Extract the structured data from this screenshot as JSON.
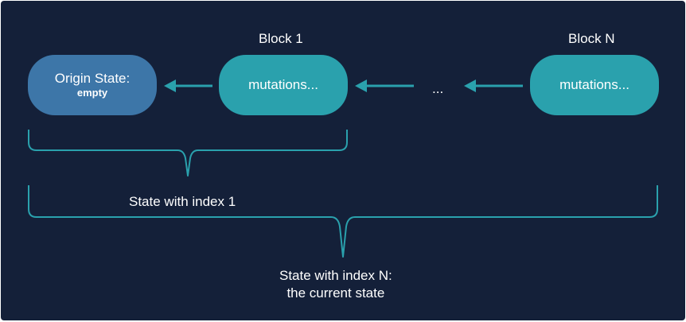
{
  "diagram": {
    "origin": {
      "title": "Origin State:",
      "subtitle": "empty"
    },
    "blocks": [
      {
        "label": "Block 1",
        "content": "mutations..."
      },
      {
        "label": "Block N",
        "content": "mutations..."
      }
    ],
    "ellipsis": "...",
    "brackets": {
      "first": "State with index 1",
      "second_line1": "State with index N:",
      "second_line2": "the current state"
    },
    "colors": {
      "background": "#142039",
      "origin_fill": "#3d76a8",
      "block_fill": "#2aa1ad",
      "arrow": "#2aa1ad",
      "bracket": "#2aa1ad",
      "text": "#ffffff"
    }
  }
}
